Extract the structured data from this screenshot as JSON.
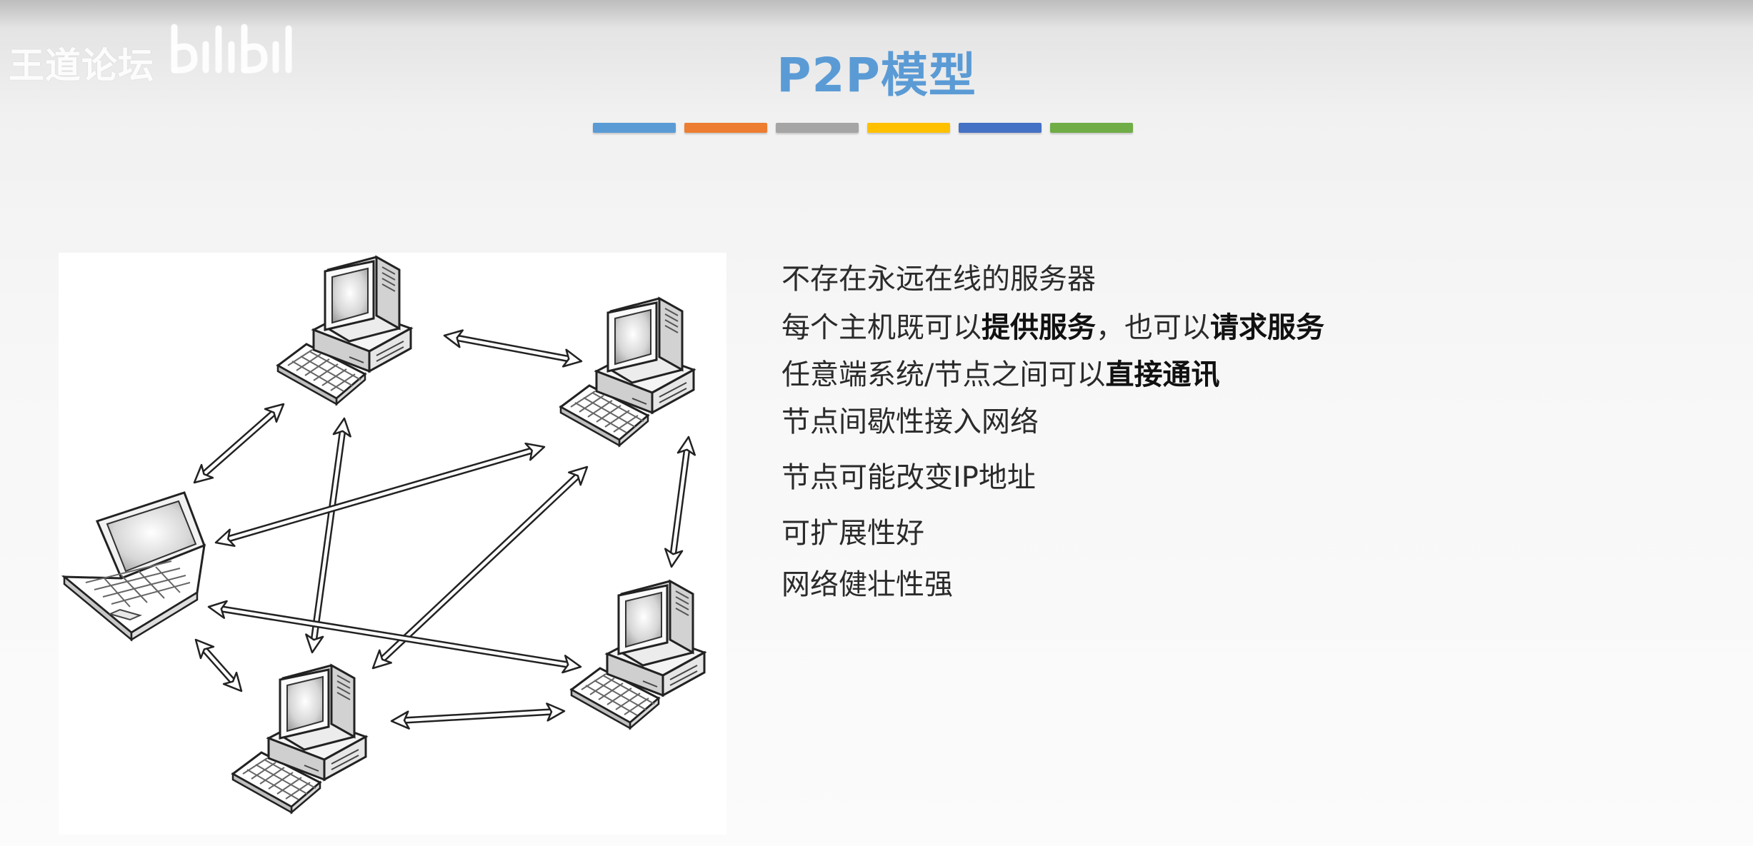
{
  "watermark": {
    "text": "王道论坛",
    "logo_icon": "bilibili-logo"
  },
  "slide": {
    "title": "P2P模型",
    "accent_colors": [
      "#5b9bd5",
      "#ed7d31",
      "#a5a5a5",
      "#ffc000",
      "#4472c4",
      "#70ad47"
    ]
  },
  "diagram": {
    "nodes": [
      {
        "name": "desktop-top-left",
        "icon": "desktop-computer-icon"
      },
      {
        "name": "desktop-top-right",
        "icon": "desktop-computer-icon"
      },
      {
        "name": "laptop-left",
        "icon": "laptop-icon"
      },
      {
        "name": "desktop-bottom-middle",
        "icon": "desktop-computer-icon"
      },
      {
        "name": "desktop-bottom-right",
        "icon": "desktop-computer-icon"
      }
    ],
    "connection_icon": "double-arrow-icon"
  },
  "points": [
    {
      "segments": [
        {
          "t": "不存在永远在线的服务器",
          "bold": false
        }
      ]
    },
    {
      "segments": [
        {
          "t": "每个主机既可以",
          "bold": false
        },
        {
          "t": "提供服务",
          "bold": true
        },
        {
          "t": "，也可以",
          "bold": false
        },
        {
          "t": "请求服务",
          "bold": true
        }
      ]
    },
    {
      "segments": [
        {
          "t": "任意端系统/节点之间可以",
          "bold": false
        },
        {
          "t": "直接通讯",
          "bold": true
        }
      ]
    },
    {
      "segments": [
        {
          "t": "节点间歇性接入网络",
          "bold": false
        }
      ]
    },
    {
      "segments": [
        {
          "t": "节点可能改变IP地址",
          "bold": false
        }
      ]
    },
    {
      "segments": [
        {
          "t": "可扩展性好",
          "bold": false
        }
      ]
    },
    {
      "segments": [
        {
          "t": "网络健壮性强",
          "bold": false
        }
      ]
    }
  ]
}
